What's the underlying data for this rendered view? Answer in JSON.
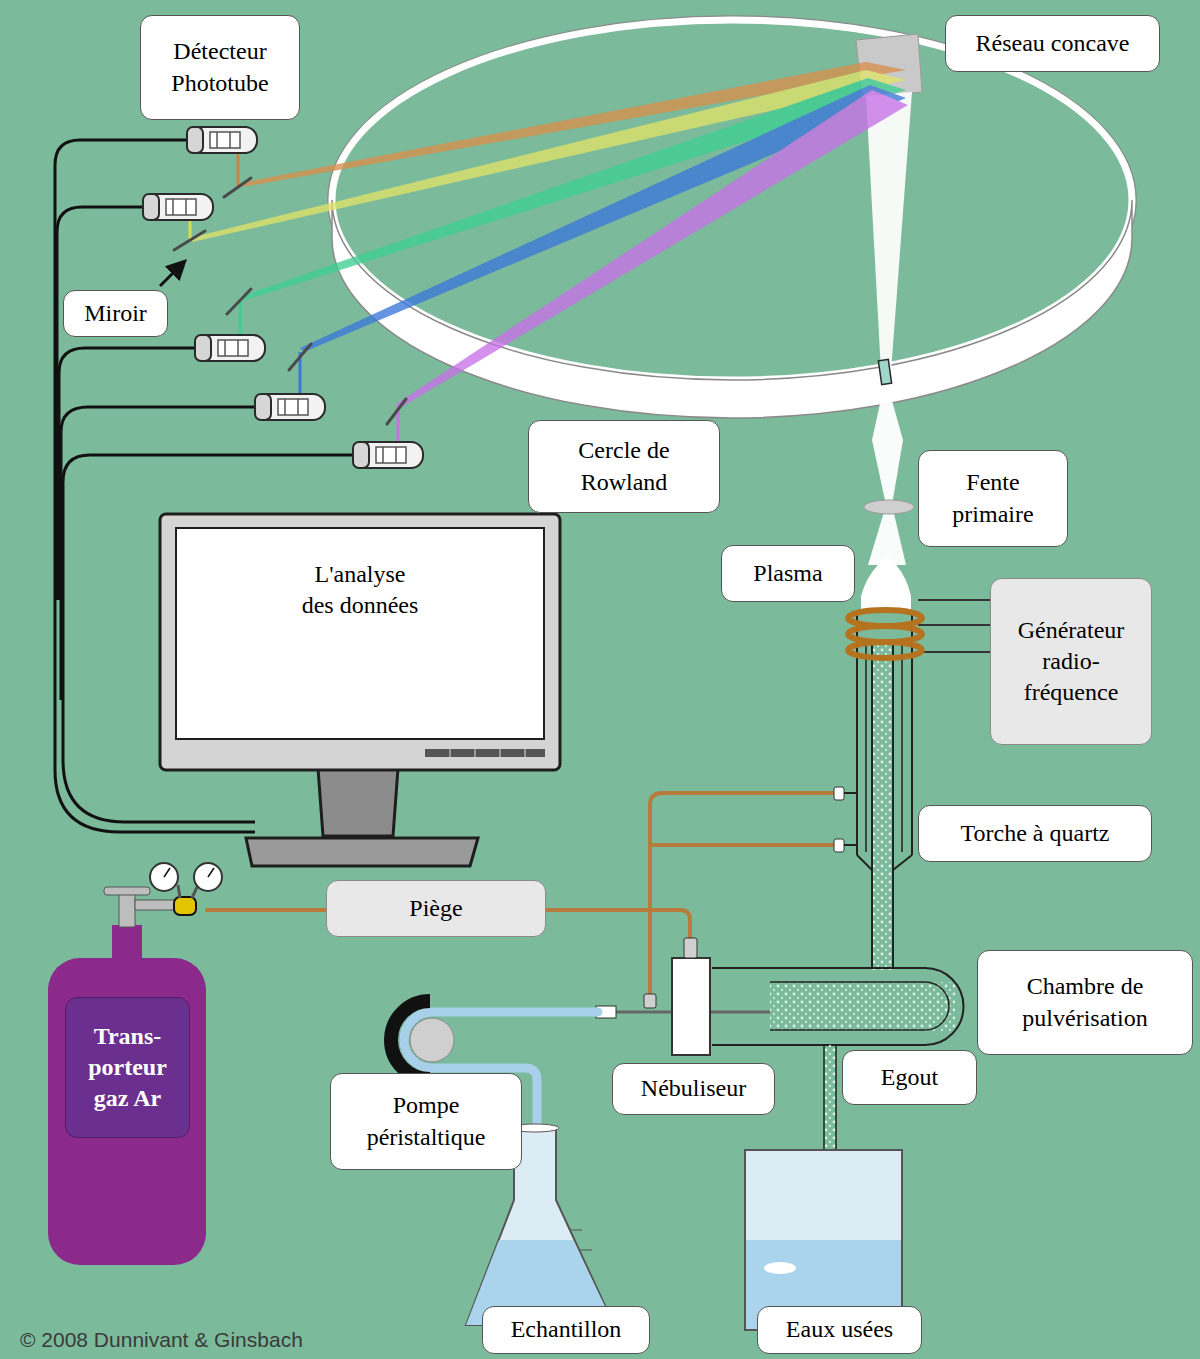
{
  "diagram": {
    "nodes": [
      {
        "text": [
          "Détecteur Phototube"
        ]
      },
      {
        "text": [
          "Réseau concave"
        ]
      },
      {
        "text": [
          "Miroir"
        ]
      },
      {
        "text": [
          "Cercle de Rowland"
        ]
      },
      {
        "text": [
          "Fente primaire"
        ]
      },
      {
        "text": [
          "L'analyse des données"
        ]
      },
      {
        "text": [
          "Plasma"
        ]
      },
      {
        "text": [
          "Générateur radio- fréquence"
        ]
      },
      {
        "text": [
          "Torche à quartz"
        ]
      },
      {
        "text": [
          "Piège"
        ]
      },
      {
        "text": [
          "Chambre de pulvérisation"
        ]
      },
      {
        "text": [
          "Trans- porteur gaz Ar"
        ]
      },
      {
        "text": [
          "Egout"
        ]
      },
      {
        "text": [
          "Nébuliseur"
        ]
      },
      {
        "text": [
          "Pompe péristaltique"
        ]
      },
      {
        "text": [
          "Echantillon"
        ]
      },
      {
        "text": [
          "Eaux usées"
        ]
      }
    ],
    "labels": [
      "© 2008 Dunnivant & Ginsbach"
    ]
  }
}
